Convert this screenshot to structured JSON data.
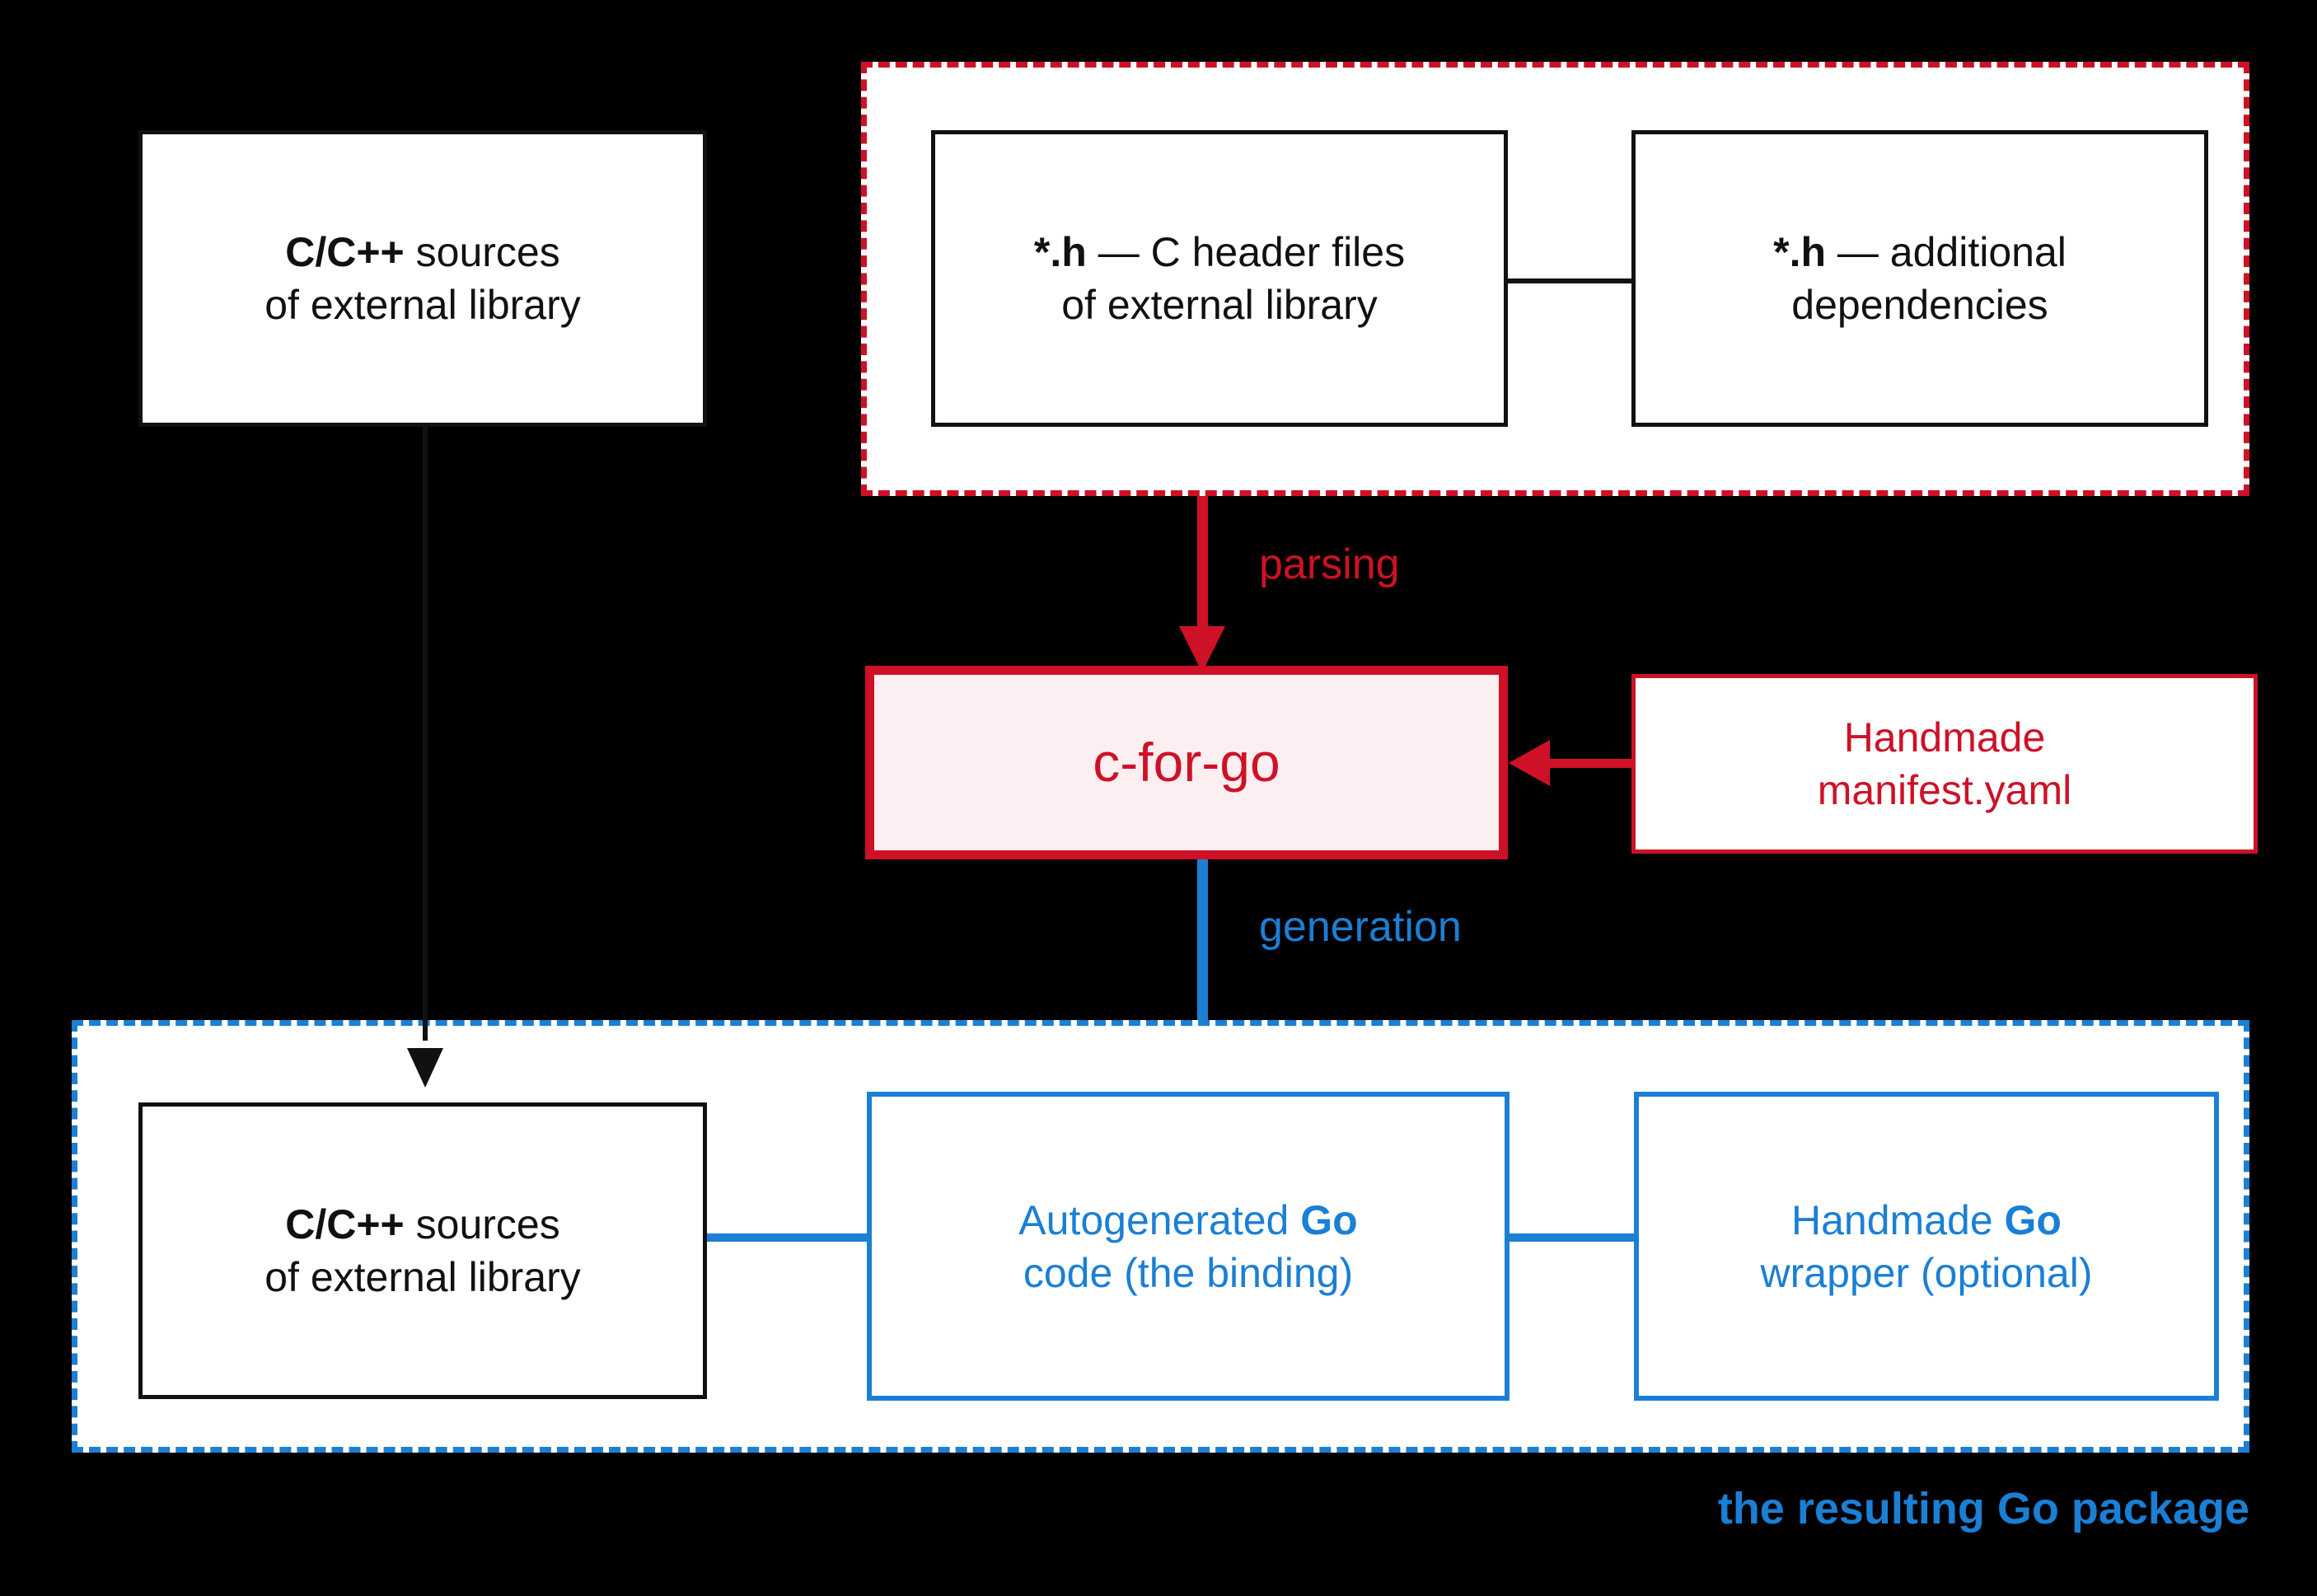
{
  "diagram": {
    "title_caption": "the resulting Go package",
    "colors": {
      "red": "#CE1126",
      "blue": "#1B7FD4",
      "black": "#111111",
      "cforgo_fill": "#FDEFF1",
      "background": "#000000",
      "panel": "#FFFFFF"
    },
    "nodes": {
      "c_sources_top": {
        "line1_bold": "C/C++",
        "line1_rest": " sources",
        "line2": "of external library"
      },
      "c_header_files": {
        "line1_bold": "*.h",
        "line1_rest": " — C header files",
        "line2": "of external library"
      },
      "additional_deps": {
        "line1_bold": "*.h",
        "line1_rest": " — additional",
        "line2": "dependencies"
      },
      "c_for_go": {
        "label": "c-for-go"
      },
      "manifest": {
        "line1": "Handmade",
        "line2": "manifest.yaml"
      },
      "c_sources_bottom": {
        "line1_bold": "C/C++",
        "line1_rest": " sources",
        "line2": "of external library"
      },
      "autogenerated_go": {
        "line1_rest": "Autogenerated ",
        "line1_bold": "Go",
        "line2": "code (the binding)"
      },
      "handmade_go": {
        "line1_rest": "Handmade ",
        "line1_bold": "Go",
        "line2": "wrapper (optional)"
      }
    },
    "edges": {
      "parsing": "parsing",
      "generation": "generation"
    }
  }
}
